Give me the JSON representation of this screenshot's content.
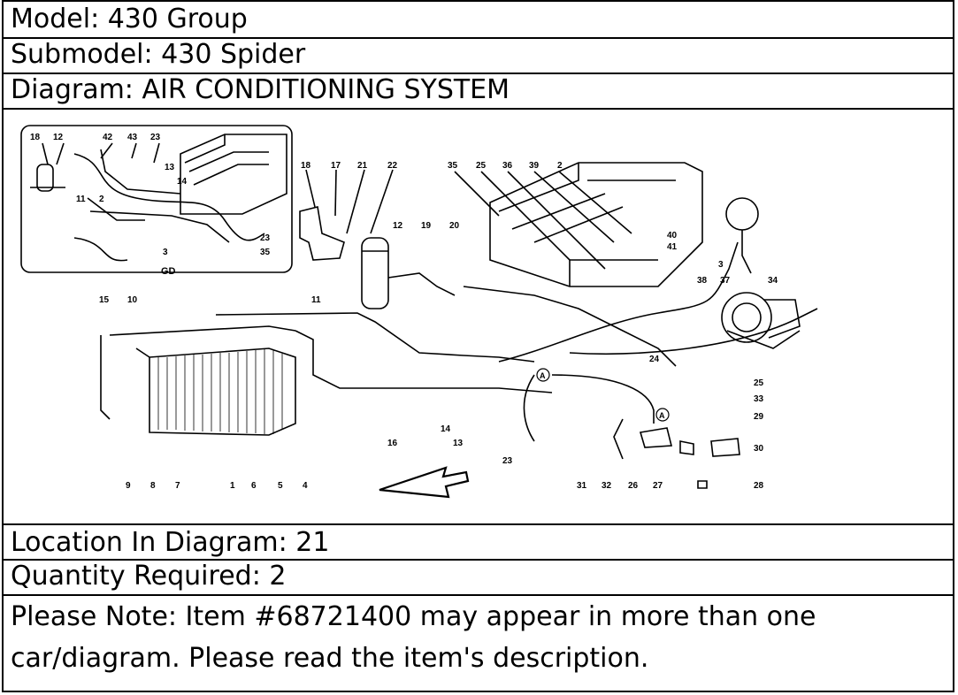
{
  "header": {
    "model": "Model: 430 Group",
    "submodel": "Submodel: 430 Spider",
    "diagram": "Diagram: AIR CONDITIONING SYSTEM"
  },
  "diagram_callouts": {
    "inset_label": "GD",
    "inset_numbers": [
      "18",
      "12",
      "42",
      "43",
      "23",
      "13",
      "14",
      "2",
      "11",
      "3",
      "23",
      "35"
    ],
    "main_numbers": [
      "18",
      "17",
      "21",
      "22",
      "35",
      "25",
      "36",
      "39",
      "2",
      "12",
      "19",
      "20",
      "40",
      "41",
      "3",
      "38",
      "37",
      "34",
      "15",
      "10",
      "11",
      "24",
      "25",
      "33",
      "29",
      "30",
      "28",
      "27",
      "26",
      "32",
      "31",
      "23",
      "16",
      "14",
      "13",
      "9",
      "8",
      "7",
      "1",
      "6",
      "5",
      "4"
    ],
    "connector_label": "A"
  },
  "footer": {
    "location": "Location In Diagram: 21",
    "quantity": "Quantity Required: 2",
    "note": "Please Note: Item #68721400 may appear in more than one car/diagram. Please read the item's description."
  }
}
